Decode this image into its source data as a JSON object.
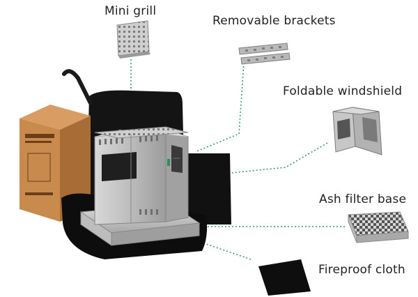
{
  "callouts": {
    "mini_grill": "Mini grill",
    "removable_brackets": "Removable brackets",
    "foldable_windshield": "Foldable windshield",
    "ash_filter_base": "Ash filter base",
    "fireproof_cloth": "Fireproof cloth"
  },
  "colors": {
    "leader_line": "#3a9a6a",
    "steel": "#b9b9b9",
    "cloth": "#111111",
    "box": "#c8874a"
  }
}
